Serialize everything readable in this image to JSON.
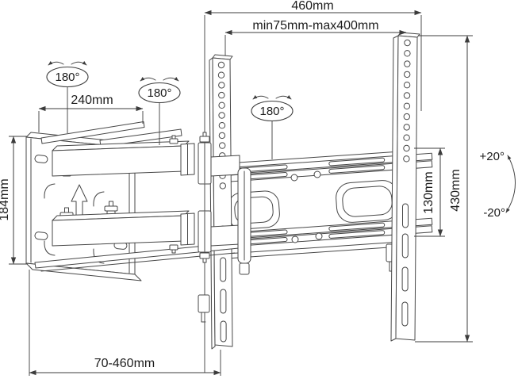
{
  "figure": {
    "type": "technical-drawing",
    "subject": "articulating TV wall mount bracket",
    "background": "#ffffff",
    "line_color": "#474747",
    "text_color": "#1c1c1c"
  },
  "dimensions": {
    "total_width": "460mm",
    "vesa_range": "min75mm-max400mm",
    "arm_extension": "240mm",
    "wall_plate_height": "184mm",
    "vesa_height": "130mm",
    "bracket_height": "430mm",
    "distance_range": "70-460mm"
  },
  "rotation_badges": [
    {
      "label": "180°"
    },
    {
      "label": "180°"
    },
    {
      "label": "180°"
    }
  ],
  "tilt": {
    "up_label": "+20°",
    "down_label": "-20°"
  }
}
